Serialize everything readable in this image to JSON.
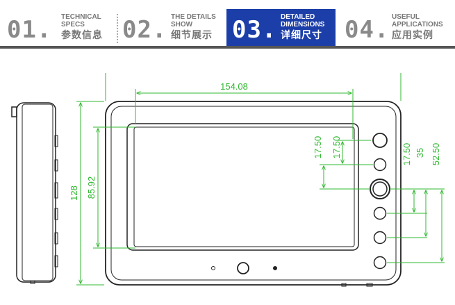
{
  "tabs": [
    {
      "num": "01.",
      "en1": "TECHNICAL",
      "en2": "SPECS",
      "cn": "参数信息",
      "active": false
    },
    {
      "num": "02.",
      "en1": "THE DETAILS",
      "en2": "SHOW",
      "cn": "细节展示",
      "active": false
    },
    {
      "num": "03.",
      "en1": "DETAILED",
      "en2": "DIMENSIONS",
      "cn": "详细尺寸",
      "active": true
    },
    {
      "num": "04.",
      "en1": "USEFUL",
      "en2": "APPLICATIONS",
      "cn": "应用实例",
      "active": false
    }
  ],
  "dimensions": {
    "width_top": "154.08",
    "height_total": "128",
    "height_screen": "85.92",
    "btn_spacing_a": "17.50",
    "btn_spacing_b": "17.50",
    "btn_spacing_c": "17.50",
    "btn_spacing_d": "35",
    "btn_spacing_e": "52.50"
  },
  "colors": {
    "accent": "#1b3ea8",
    "dimension_line": "#2fb82f",
    "outline": "#222222"
  }
}
